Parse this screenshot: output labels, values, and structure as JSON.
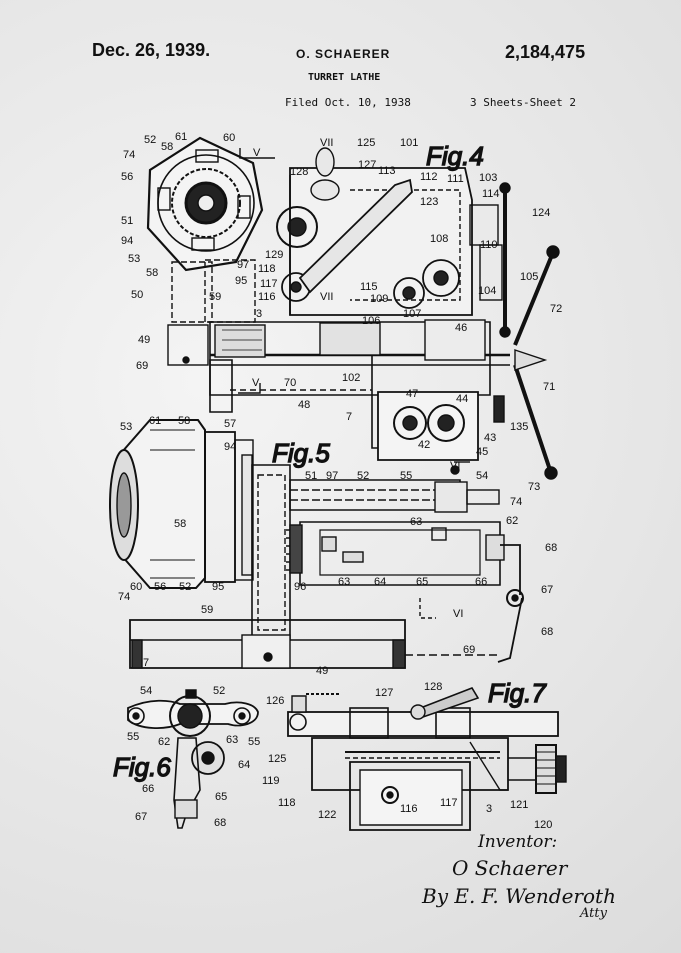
{
  "header": {
    "date": "Dec. 26, 1939.",
    "inventor_name": "O. SCHAERER",
    "patent_number": "2,184,475",
    "invention_title": "TURRET LATHE",
    "filed": "Filed Oct. 10, 1938",
    "sheets": "3 Sheets-Sheet 2"
  },
  "figures": {
    "fig4": {
      "title": "Fig.4",
      "labels": [
        "52",
        "61",
        "58",
        "60",
        "74",
        "56",
        "51",
        "94",
        "53",
        "58",
        "97",
        "50",
        "59",
        "95",
        "49",
        "69",
        "125",
        "127",
        "128",
        "101",
        "113",
        "112",
        "111",
        "103",
        "123",
        "114",
        "124",
        "129",
        "118",
        "117",
        "116",
        "108",
        "110",
        "105",
        "3",
        "115",
        "109",
        "107",
        "104",
        "106",
        "46",
        "72",
        "70",
        "102",
        "48",
        "7",
        "47",
        "44",
        "71",
        "42",
        "43",
        "45",
        "135",
        "V",
        "V",
        "VII",
        "VII"
      ]
    },
    "fig5": {
      "title": "Fig.5",
      "labels": [
        "53",
        "61",
        "58",
        "57",
        "94",
        "51",
        "97",
        "52",
        "55",
        "54",
        "73",
        "74",
        "58",
        "63",
        "62",
        "96",
        "63",
        "64",
        "65",
        "66",
        "67",
        "68",
        "68",
        "60",
        "56",
        "52",
        "95",
        "59",
        "7",
        "49",
        "69",
        "74",
        "VI",
        "VI"
      ]
    },
    "fig6": {
      "title": "Fig.6",
      "labels": [
        "54",
        "52",
        "55",
        "62",
        "63",
        "55",
        "64",
        "66",
        "65",
        "67",
        "68"
      ]
    },
    "fig7": {
      "title": "Fig.7",
      "labels": [
        "126",
        "127",
        "128",
        "125",
        "119",
        "118",
        "122",
        "116",
        "117",
        "3",
        "121",
        "120"
      ]
    }
  },
  "signature": {
    "line1": "Inventor:",
    "line2": "O Schaerer",
    "line3": "By E. F. Wenderoth",
    "line4": "Atty"
  }
}
